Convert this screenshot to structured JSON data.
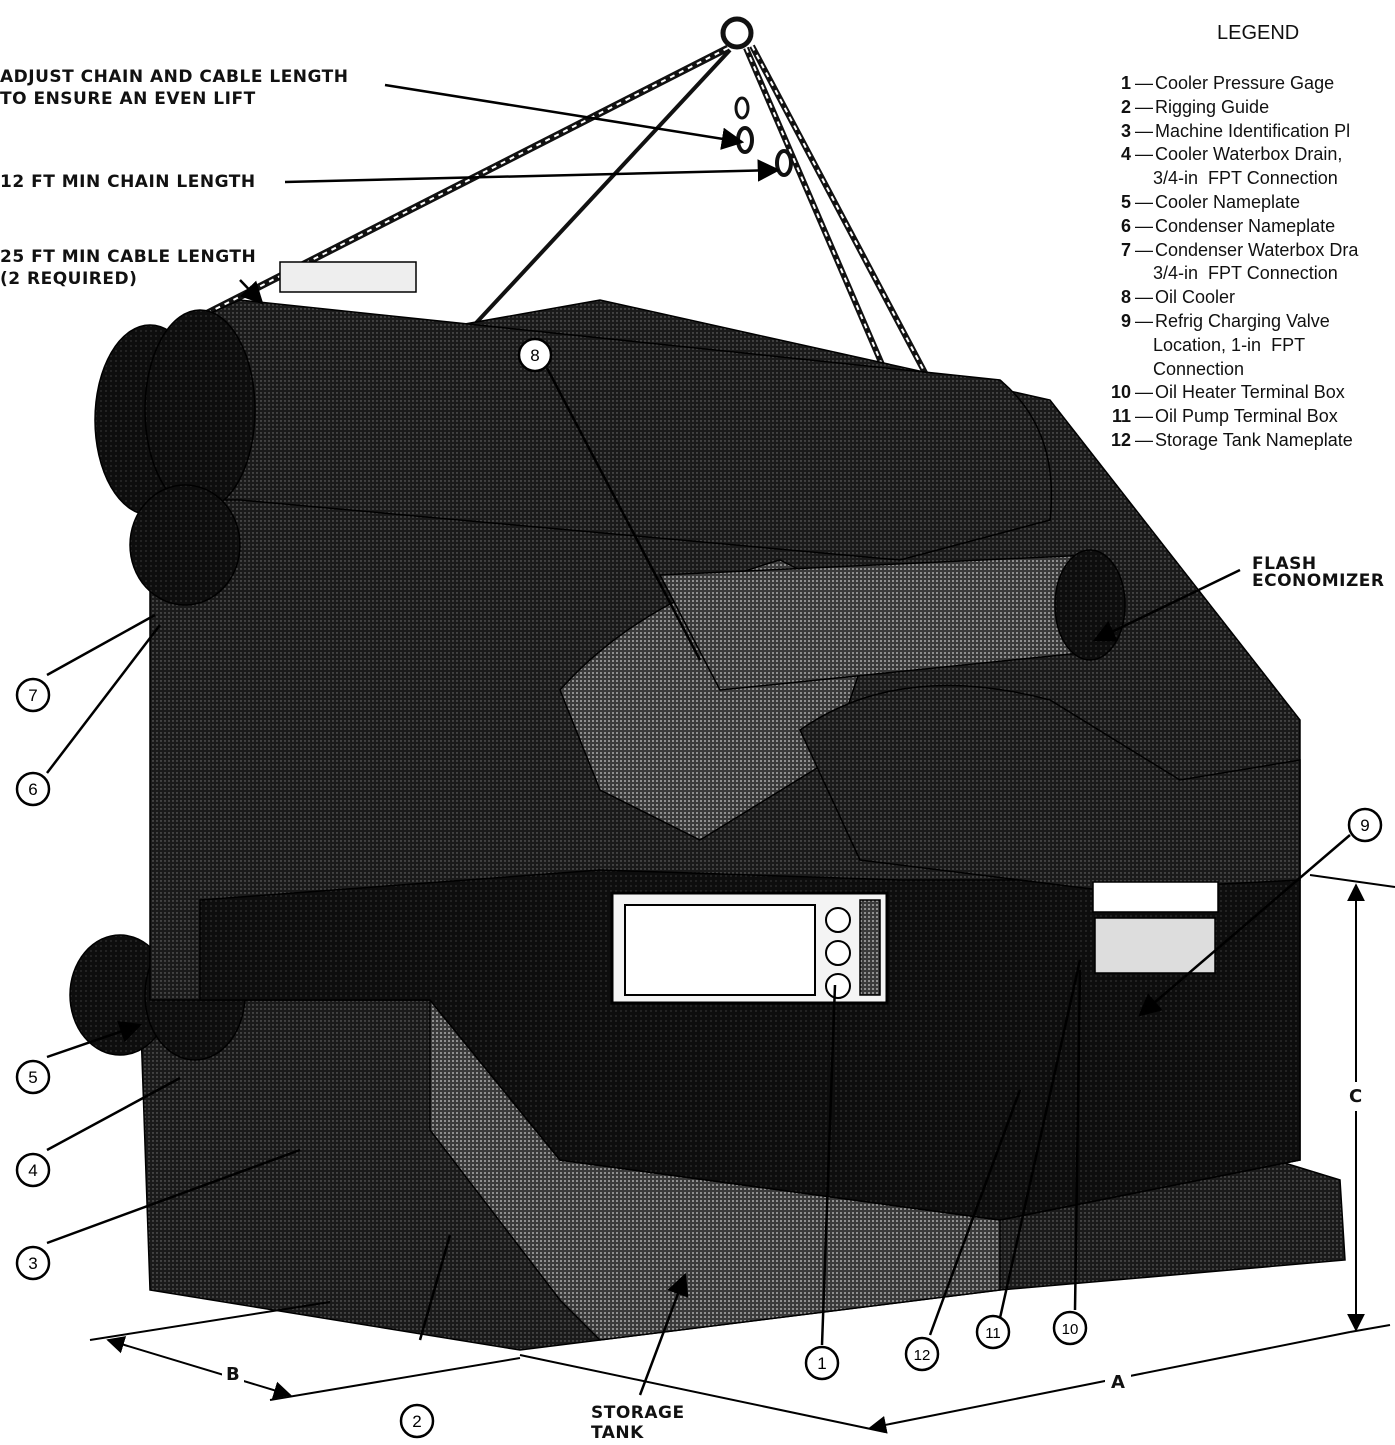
{
  "legend": {
    "title": "LEGEND",
    "items": [
      {
        "num": "1",
        "desc": "Cooler Pressure Gage"
      },
      {
        "num": "2",
        "desc": "Rigging Guide"
      },
      {
        "num": "3",
        "desc": "Machine Identification Pl"
      },
      {
        "num": "4",
        "desc": "Cooler Waterbox Drain,"
      },
      {
        "num": "",
        "desc": "3/4-in  FPT Connection"
      },
      {
        "num": "5",
        "desc": "Cooler Nameplate"
      },
      {
        "num": "6",
        "desc": "Condenser Nameplate"
      },
      {
        "num": "7",
        "desc": "Condenser Waterbox Dra"
      },
      {
        "num": "",
        "desc": "3/4-in  FPT Connection"
      },
      {
        "num": "8",
        "desc": "Oil Cooler"
      },
      {
        "num": "9",
        "desc": "Refrig Charging Valve"
      },
      {
        "num": "",
        "desc": "Location, 1-in  FPT"
      },
      {
        "num": "",
        "desc": "Connection"
      },
      {
        "num": "10",
        "desc": "Oil Heater Terminal Box"
      },
      {
        "num": "11",
        "desc": "Oil Pump Terminal Box"
      },
      {
        "num": "12",
        "desc": "Storage Tank Nameplate"
      }
    ]
  },
  "callouts": {
    "adjust_line1": "ADJUST CHAIN AND CABLE LENGTH",
    "adjust_line2": "TO ENSURE AN EVEN LIFT",
    "chain": "12 FT MIN CHAIN LENGTH",
    "cable_line1": "25 FT MIN CABLE LENGTH",
    "cable_line2": "(2 REQUIRED)",
    "flash_line1": "FLASH",
    "flash_line2": "ECONOMIZER",
    "storage_line1": "STORAGE",
    "storage_line2": "TANK"
  },
  "dimensions": {
    "a": "A",
    "b": "B",
    "c": "C"
  },
  "balloons": [
    "1",
    "2",
    "3",
    "4",
    "5",
    "6",
    "7",
    "8",
    "9",
    "10",
    "11",
    "12"
  ]
}
